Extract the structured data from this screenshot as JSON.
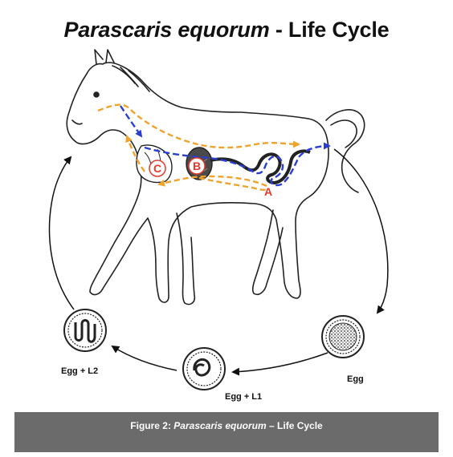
{
  "title": {
    "species": "Parascaris equorum",
    "rest": " - Life Cycle"
  },
  "labels": {
    "marker_a": "A",
    "marker_b": "B",
    "marker_c": "C",
    "egg": "Egg",
    "egg_l1": "Egg + L1",
    "egg_l2": "Egg + L2"
  },
  "caption": {
    "prefix": "Figure 2: ",
    "species": "Parascaris equorum",
    "suffix": " – Life Cycle"
  },
  "colors": {
    "migration_path_blue": "#2a3fd0",
    "migration_path_orange": "#f0a22a",
    "marker_red": "#e43a2a",
    "caption_bar": "#6b6b6b"
  }
}
